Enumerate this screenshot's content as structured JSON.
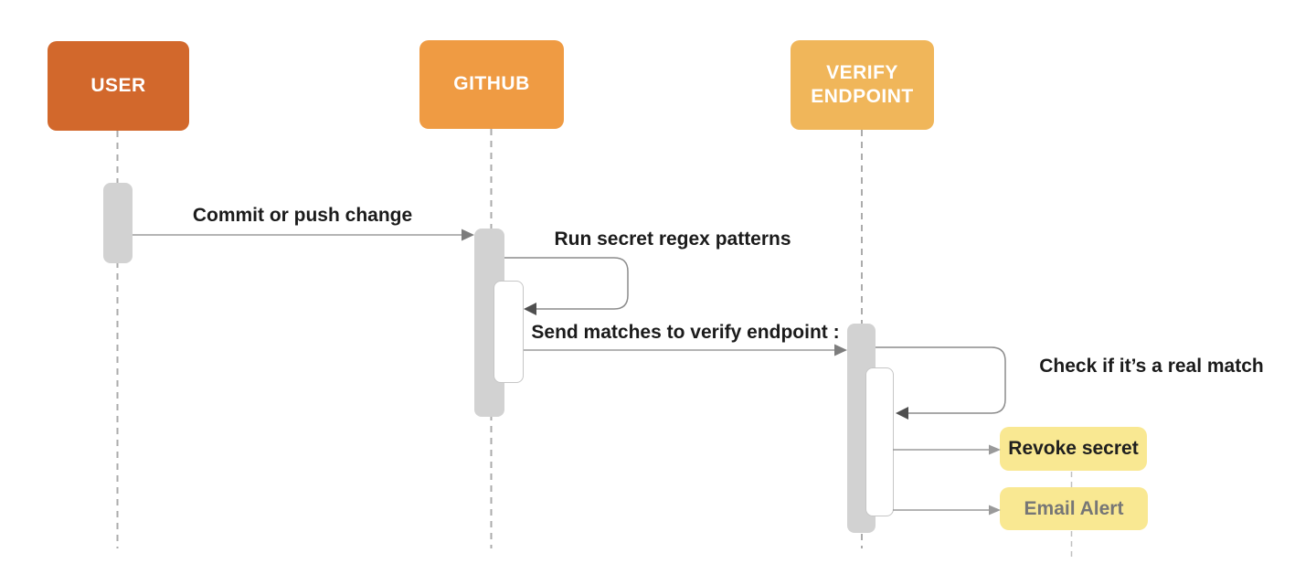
{
  "diagram": {
    "type": "sequence-diagram",
    "actors": [
      {
        "id": "user",
        "label": "USER",
        "color": "#d2682c"
      },
      {
        "id": "github",
        "label": "GITHUB",
        "color": "#ef9b43"
      },
      {
        "id": "verify",
        "label": "VERIFY ENDPOINT",
        "color": "#f0b65a"
      }
    ],
    "messages": [
      {
        "from": "user",
        "to": "github",
        "label": "Commit or push change"
      },
      {
        "from": "github",
        "to": "github",
        "label": "Run secret regex patterns"
      },
      {
        "from": "github",
        "to": "verify",
        "label": "Send matches to verify endpoint :"
      },
      {
        "from": "verify",
        "to": "verify",
        "label": "Check if it’s a real match"
      },
      {
        "from": "verify",
        "to": "revoke-secret",
        "label": "Revoke secret"
      },
      {
        "from": "verify",
        "to": "email-alert",
        "label": "Email Alert"
      }
    ],
    "outcomes": [
      {
        "id": "revoke-secret",
        "label": "Revoke secret",
        "fill": "#f9e892",
        "text_color": "#1f1f1f"
      },
      {
        "id": "email-alert",
        "label": "Email Alert",
        "fill": "#f9e892",
        "text_color": "#767676"
      }
    ],
    "colors": {
      "background": "#ffffff",
      "lifeline": "#ababab",
      "outcome_lifeline": "#c0c0c0",
      "activation_fill": "#d2d2d2",
      "nested_fill": "#ffffff",
      "nested_border": "#c6c6c6",
      "arrow_line": "#9b9b9b",
      "arrow_head": "#7d7d7d",
      "outcome_arrow_head": "#9a9a9a",
      "loop_line": "#8c8c8c",
      "loop_head": "#4f4f4f",
      "message_text": "#1b1b1b"
    }
  }
}
